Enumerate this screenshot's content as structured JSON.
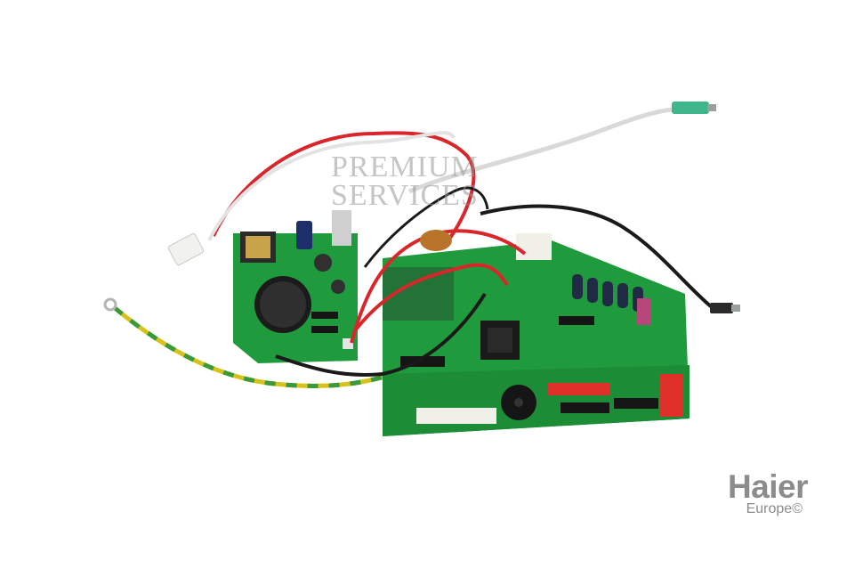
{
  "image": {
    "subject": "air-conditioner-control-pcb",
    "background_color": "#ffffff"
  },
  "watermark": {
    "line1": "Premium",
    "line2": "Services"
  },
  "logo": {
    "brand": "Haier",
    "sub": "Europe©",
    "color": "#8a8c8e"
  },
  "colors": {
    "pcb_green": "#1f9a3c",
    "wire_red": "#d8262b",
    "wire_white": "#d9d9d9",
    "wire_black": "#1a1a1a",
    "wire_earth_yellow": "#d6c21a",
    "wire_earth_green": "#3a9a3a",
    "label_red": "#e0302a"
  }
}
